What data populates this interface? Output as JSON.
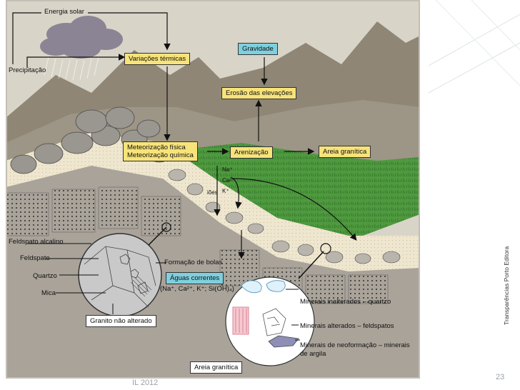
{
  "labels": {
    "energia_solar": "Energia solar",
    "precipitacao": "Precipitação",
    "variacoes_termicas": "Variações térmicas",
    "gravidade": "Gravidade",
    "erosao": "Erosão das elevações",
    "meteorizacao_fisica": "Meteorização física",
    "meteorizacao_quimica": "Meteorização química",
    "arenizacao": "Arenização",
    "areia_granitica_top": "Areia granítica",
    "ioes": "iões",
    "na": "Na⁺",
    "ca": "Ca²⁺",
    "k": "K⁺",
    "feldspato_alcalino": "Feldspato alcalino",
    "feldspato": "Feldspato",
    "quartzo": "Quartzo",
    "mica": "Mica",
    "granito": "Granito não alterado",
    "formacao_bolas": "Formação de bolas",
    "aguas_correntes": "Águas correntes",
    "ions_formula": "(Na⁺, Ca²⁺, K⁺; Si(OH)₄)",
    "minerais_inalterados": "Minerais inalterados – quartzo",
    "minerais_alterados": "Minerais alterados – feldspatos",
    "minerais_neo_1": "Minerais de neoformação – minerais",
    "minerais_neo_2": "de argila",
    "areia_granitica_bottom": "Areia granítica",
    "credit": "Transparências Porto Editora"
  },
  "slide": {
    "footer_left": "IL 2012",
    "page_number": "23"
  },
  "colors": {
    "mountain": "#8f8676",
    "sky": "#d9d4c8",
    "grass": "#4f9a3f",
    "sand": "#efe6cf",
    "bedrock": "#a9a39a",
    "box_yellow": "#f7e37a",
    "box_blue": "#7fd0de"
  }
}
